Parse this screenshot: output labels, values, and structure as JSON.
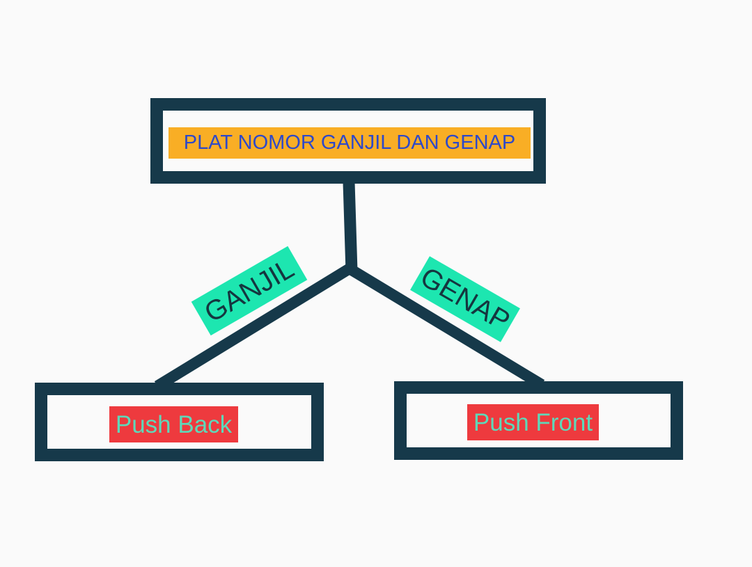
{
  "diagram": {
    "root": {
      "label": "PLAT NOMOR GANJIL DAN GENAP"
    },
    "branches": [
      {
        "edge_label": "GANJIL",
        "node_label": "Push Back"
      },
      {
        "edge_label": "GENAP",
        "node_label": "Push Front"
      }
    ]
  },
  "colors": {
    "outline": "#16394a",
    "root_label_bg": "#f9ae25",
    "root_label_text": "#2e49c9",
    "leaf_label_bg": "#ee3a3e",
    "leaf_label_text": "#5ed8b9",
    "edge_label_bg": "#1de6b0",
    "edge_label_text": "#15363f",
    "background": "#fafafa"
  }
}
